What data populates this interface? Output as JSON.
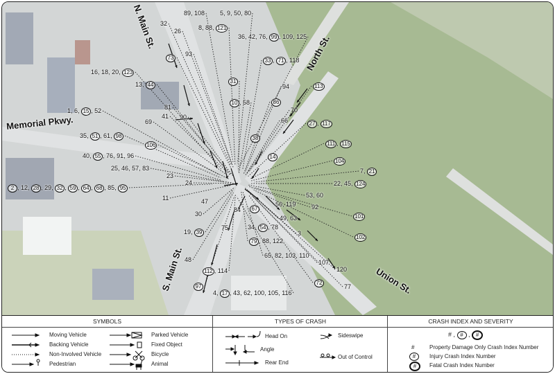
{
  "streets": {
    "n_main": "N. Main St.",
    "north": "North St.",
    "memorial": "Memorial Pkwy.",
    "s_main": "S. Main St.",
    "union": "Union St."
  },
  "crash_labels": [
    {
      "nums": [
        "89",
        "108"
      ],
      "injury": []
    },
    {
      "nums": [
        "5",
        "9",
        "50",
        "80"
      ],
      "injury": []
    },
    {
      "nums": [
        "8",
        "88",
        "121"
      ],
      "injury": [
        "121"
      ]
    },
    {
      "nums": [
        "36",
        "42",
        "76",
        "99",
        "109",
        "125"
      ],
      "injury": [
        "99"
      ]
    },
    {
      "nums": [
        "32"
      ],
      "injury": []
    },
    {
      "nums": [
        "26"
      ],
      "injury": []
    },
    {
      "nums": [
        "73"
      ],
      "injury": [
        "73"
      ]
    },
    {
      "nums": [
        "93"
      ],
      "injury": []
    },
    {
      "nums": [
        "33",
        "71",
        "118"
      ],
      "injury": [
        "33",
        "71"
      ]
    },
    {
      "nums": [
        "16",
        "18",
        "20",
        "123"
      ],
      "injury": [
        "123"
      ]
    },
    {
      "nums": [
        "13",
        "44"
      ],
      "injury": [
        "44"
      ]
    },
    {
      "nums": [
        "31"
      ],
      "injury": [
        "31"
      ]
    },
    {
      "nums": [
        "10",
        "58"
      ],
      "injury": [
        "10"
      ]
    },
    {
      "nums": [
        "94"
      ],
      "injury": []
    },
    {
      "nums": [
        "113"
      ],
      "injury": [
        "113"
      ]
    },
    {
      "nums": [
        "86"
      ],
      "injury": [
        "86"
      ]
    },
    {
      "nums": [
        "70"
      ],
      "injury": []
    },
    {
      "nums": [
        "66"
      ],
      "injury": []
    },
    {
      "nums": [
        "81"
      ],
      "injury": []
    },
    {
      "nums": [
        "41"
      ],
      "injury": []
    },
    {
      "nums": [
        "1",
        "6",
        "15",
        "52"
      ],
      "injury": [
        "15"
      ]
    },
    {
      "nums": [
        "90"
      ],
      "injury": []
    },
    {
      "nums": [
        "69"
      ],
      "injury": []
    },
    {
      "nums": [
        "27",
        "117"
      ],
      "injury": [
        "27",
        "117"
      ]
    },
    {
      "nums": [
        "35",
        "51",
        "61",
        "98"
      ],
      "injury": [
        "51",
        "98"
      ]
    },
    {
      "nums": [
        "106"
      ],
      "injury": [
        "106"
      ]
    },
    {
      "nums": [
        "38"
      ],
      "injury": [
        "38"
      ]
    },
    {
      "nums": [
        "111",
        "115"
      ],
      "injury": [
        "111",
        "115"
      ]
    },
    {
      "nums": [
        "14"
      ],
      "injury": [
        "14"
      ]
    },
    {
      "nums": [
        "104"
      ],
      "injury": [
        "104"
      ]
    },
    {
      "nums": [
        "40",
        "55",
        "76",
        "91",
        "96"
      ],
      "injury": [
        "55"
      ]
    },
    {
      "nums": [
        "25",
        "46",
        "57",
        "83"
      ],
      "injury": []
    },
    {
      "nums": [
        "7",
        "21"
      ],
      "injury": [
        "21"
      ]
    },
    {
      "nums": [
        "23"
      ],
      "injury": []
    },
    {
      "nums": [
        "24"
      ],
      "injury": []
    },
    {
      "nums": [
        "22",
        "45",
        "124"
      ],
      "injury": [
        "124"
      ]
    },
    {
      "nums": [
        "2",
        "12",
        "28",
        "29",
        "32",
        "59",
        "64",
        "68",
        "85",
        "95"
      ],
      "injury": [
        "2",
        "28",
        "32",
        "59",
        "64",
        "68",
        "95"
      ]
    },
    {
      "nums": [
        "53",
        "60"
      ],
      "injury": []
    },
    {
      "nums": [
        "11"
      ],
      "injury": []
    },
    {
      "nums": [
        "47"
      ],
      "injury": []
    },
    {
      "nums": [
        "67"
      ],
      "injury": [
        "67"
      ]
    },
    {
      "nums": [
        "84"
      ],
      "injury": []
    },
    {
      "nums": [
        "56",
        "119"
      ],
      "injury": []
    },
    {
      "nums": [
        "92"
      ],
      "injury": []
    },
    {
      "nums": [
        "30"
      ],
      "injury": []
    },
    {
      "nums": [
        "49",
        "63"
      ],
      "injury": []
    },
    {
      "nums": [
        "101"
      ],
      "injury": [
        "101"
      ]
    },
    {
      "nums": [
        "75"
      ],
      "injury": []
    },
    {
      "nums": [
        "19",
        "39"
      ],
      "injury": [
        "39"
      ]
    },
    {
      "nums": [
        "34",
        "54",
        "78"
      ],
      "injury": [
        "54"
      ]
    },
    {
      "nums": [
        "79",
        "88",
        "122"
      ],
      "injury": [
        "79"
      ]
    },
    {
      "nums": [
        "3"
      ],
      "injury": []
    },
    {
      "nums": [
        "102"
      ],
      "injury": [
        "102"
      ]
    },
    {
      "nums": [
        "65",
        "82",
        "103",
        "110"
      ],
      "injury": []
    },
    {
      "nums": [
        "107"
      ],
      "injury": []
    },
    {
      "nums": [
        "120"
      ],
      "injury": []
    },
    {
      "nums": [
        "48"
      ],
      "injury": []
    },
    {
      "nums": [
        "112",
        "114"
      ],
      "injury": [
        "112"
      ]
    },
    {
      "nums": [
        "97"
      ],
      "injury": [
        "97"
      ]
    },
    {
      "nums": [
        "72"
      ],
      "injury": [
        "72"
      ]
    },
    {
      "nums": [
        "77"
      ],
      "injury": []
    },
    {
      "nums": [
        "4",
        "17",
        "43",
        "62",
        "100",
        "105",
        "116"
      ],
      "injury": [
        "17"
      ]
    }
  ],
  "legend": {
    "symbols": {
      "title": "SYMBOLS",
      "moving": "Moving Vehicle",
      "backing": "Backing Vehicle",
      "non_involved": "Non-Involved Vehicle",
      "pedestrian": "Pedestrian",
      "parked": "Parked Vehicle",
      "fixed": "Fixed Object",
      "bicycle": "Bicycle",
      "animal": "Animal"
    },
    "types": {
      "title": "TYPES OF CRASH",
      "head_on": "Head On",
      "angle": "Angle",
      "rear_end": "Rear End",
      "sideswipe": "Sideswipe",
      "out_of_control": "Out of Control"
    },
    "severity": {
      "title": "CRASH INDEX AND SEVERITY",
      "hash": "#",
      "pdo": "Property Damage Only Crash Index Number",
      "injury": "Injury Crash Index Number",
      "fatal": "Fatal Crash Index Number"
    }
  },
  "colors": {
    "trees": "#7f9a63",
    "pavement": "#b9bcc0",
    "roof": "#8a93a3",
    "line": "#111111"
  }
}
